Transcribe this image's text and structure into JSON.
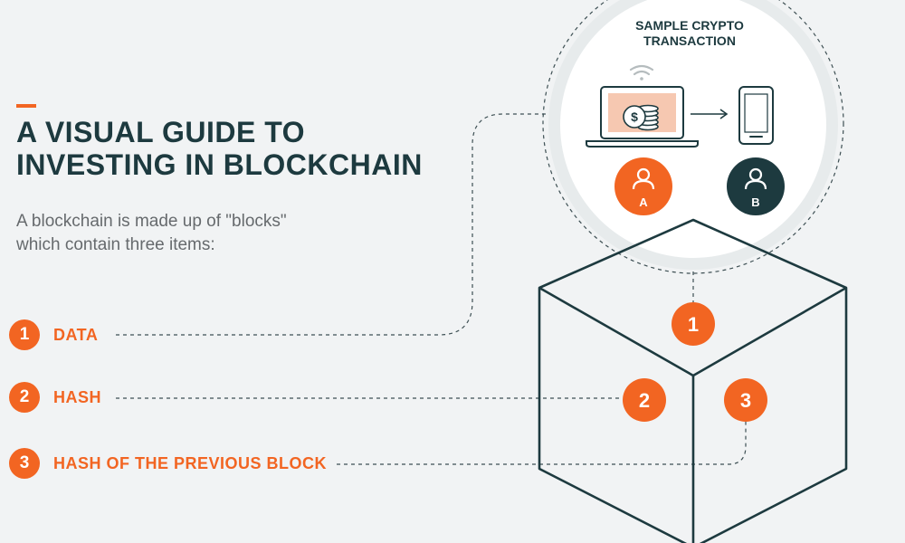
{
  "heading": {
    "line1": "A VISUAL GUIDE TO",
    "line2": "INVESTING IN BLOCKCHAIN"
  },
  "intro": {
    "line1": "A blockchain is made up of \"blocks\"",
    "line2": "which contain three items:"
  },
  "items": [
    {
      "number": "1",
      "label": "DATA"
    },
    {
      "number": "2",
      "label": "HASH"
    },
    {
      "number": "3",
      "label": "HASH OF THE PREVIOUS BLOCK"
    }
  ],
  "transaction": {
    "title_line1": "SAMPLE CRYPTO",
    "title_line2": "TRANSACTION",
    "party_a": "A",
    "party_b": "B"
  },
  "block_markers": [
    "1",
    "2",
    "3"
  ],
  "colors": {
    "accent": "#f26522",
    "dark": "#1d3a3f",
    "background": "#f1f3f4",
    "text_gray": "#666a6d"
  },
  "icons": {
    "laptop": "laptop-icon",
    "coins": "coin-stack-icon",
    "wifi": "wifi-icon",
    "arrow": "arrow-right-icon",
    "phone": "smartphone-icon",
    "user": "user-icon"
  }
}
